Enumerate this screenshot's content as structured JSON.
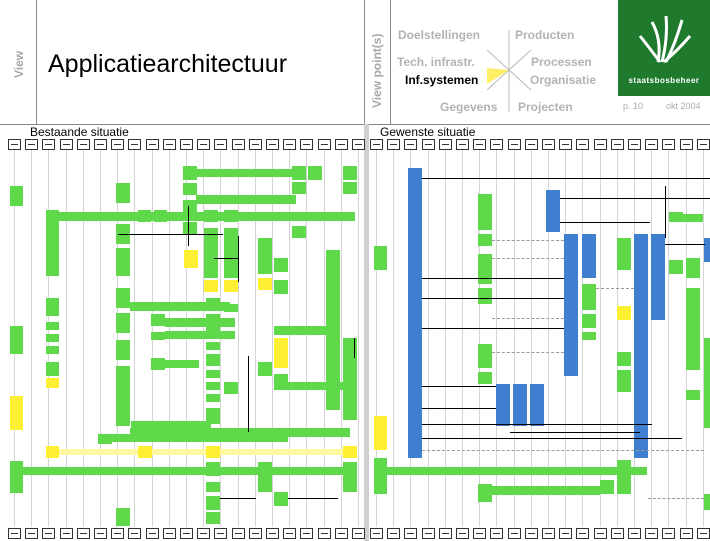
{
  "header": {
    "view_label": "View",
    "title": "Applicatiearchitectuur",
    "viewpoints_label": "View point(s)",
    "viewpoints": {
      "doelstellingen": "Doelstellingen",
      "producten": "Producten",
      "tech_infrastr": "Tech. infrastr.",
      "processen": "Processen",
      "inf_systemen": "Inf.systemen",
      "organisatie": "Organisatie",
      "gegevens": "Gegevens",
      "projecten": "Projecten"
    },
    "logo_text": "staatsbosbeheer",
    "page": "p. 10",
    "date": "okt 2004"
  },
  "sections": {
    "left": "Bestaande situatie",
    "right": "Gewenste situatie"
  },
  "colors": {
    "application": "#5fd84a",
    "application_dark": "#2aa13a",
    "highlight": "#ffef33",
    "target_system": "#3e7fcf"
  }
}
